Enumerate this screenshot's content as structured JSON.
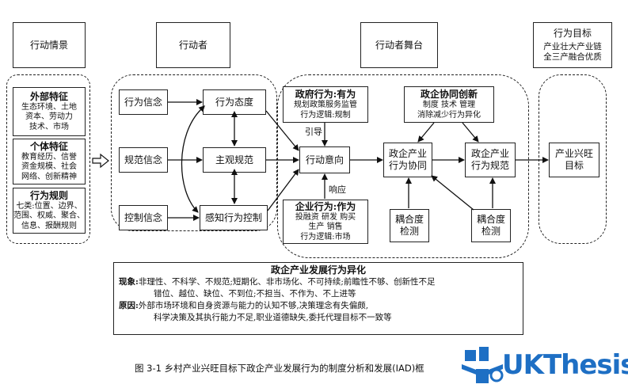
{
  "headers": {
    "situation": "行动情景",
    "actor": "行动者",
    "stage": "行动者舞台",
    "goal_title": "行为目标",
    "goal_line1": "产业壮大产业链",
    "goal_line2": "全三产融合优质"
  },
  "left": {
    "external_title": "外部特征",
    "external_l1": "生态环境、土地",
    "external_l2": "资本、劳动力",
    "external_l3": "技术、市场",
    "individual_title": "个体特征",
    "individual_l1": "教育经历、信誉",
    "individual_l2": "资金规模、社会",
    "individual_l3": "网络、创新精神",
    "rules_title": "行为规则",
    "rules_l1": "七类:位置、边界、",
    "rules_l2": "范围、权威、聚合、",
    "rules_l3": "信息、报酬规则"
  },
  "actor": {
    "belief1": "行为信念",
    "belief2": "规范信念",
    "belief3": "控制信念",
    "attitude": "行为态度",
    "norm": "主观规范",
    "control": "感知行为控制"
  },
  "stage": {
    "gov_title": "政府行为:有为",
    "gov_l1": "规划政策服务监管",
    "gov_l2": "行为逻辑:规制",
    "ent_title": "企业行为:作为",
    "ent_l1": "投融资 研发 购买",
    "ent_l2": "生产 销售",
    "ent_l3": "行为逻辑:市场",
    "intention": "行动意向",
    "guide": "引导",
    "respond": "响应",
    "innov_title": "政企协同创新",
    "innov_l1": "制度 技术 管理",
    "innov_l2": "消除减少行为异化",
    "synergy_l1": "政企产业",
    "synergy_l2": "行为协同",
    "standard_l1": "政企产业",
    "standard_l2": "行为规范",
    "couple1_l1": "耦合度",
    "couple1_l2": "检测",
    "couple2_l1": "耦合度",
    "couple2_l2": "检测"
  },
  "target": {
    "l1": "产业兴旺",
    "l2": "目标"
  },
  "phenomena": {
    "title": "政企产业发展行为异化",
    "p_label": "现象:",
    "p_l1": "非理性、不科学、不规范;短期化、非市场化、不可持续;前瞻性不够、创新性不足",
    "p_l2": "错位、越位、缺位、不到位;不担当、不作为、不上进等",
    "r_label": "原因:",
    "r_l1": "外部市场环境和自身资源与能力的认知不够,决策理念有失偏颇,",
    "r_l2": "科学决策及其执行能力不足,职业道德缺失,委托代理目标不一致等"
  },
  "caption": "图 3-1 乡村产业兴旺目标下政企产业发展行为的制度分析和发展(IAD)框",
  "logo": {
    "text": "UKThesis",
    "color": "#1e6fc4"
  }
}
